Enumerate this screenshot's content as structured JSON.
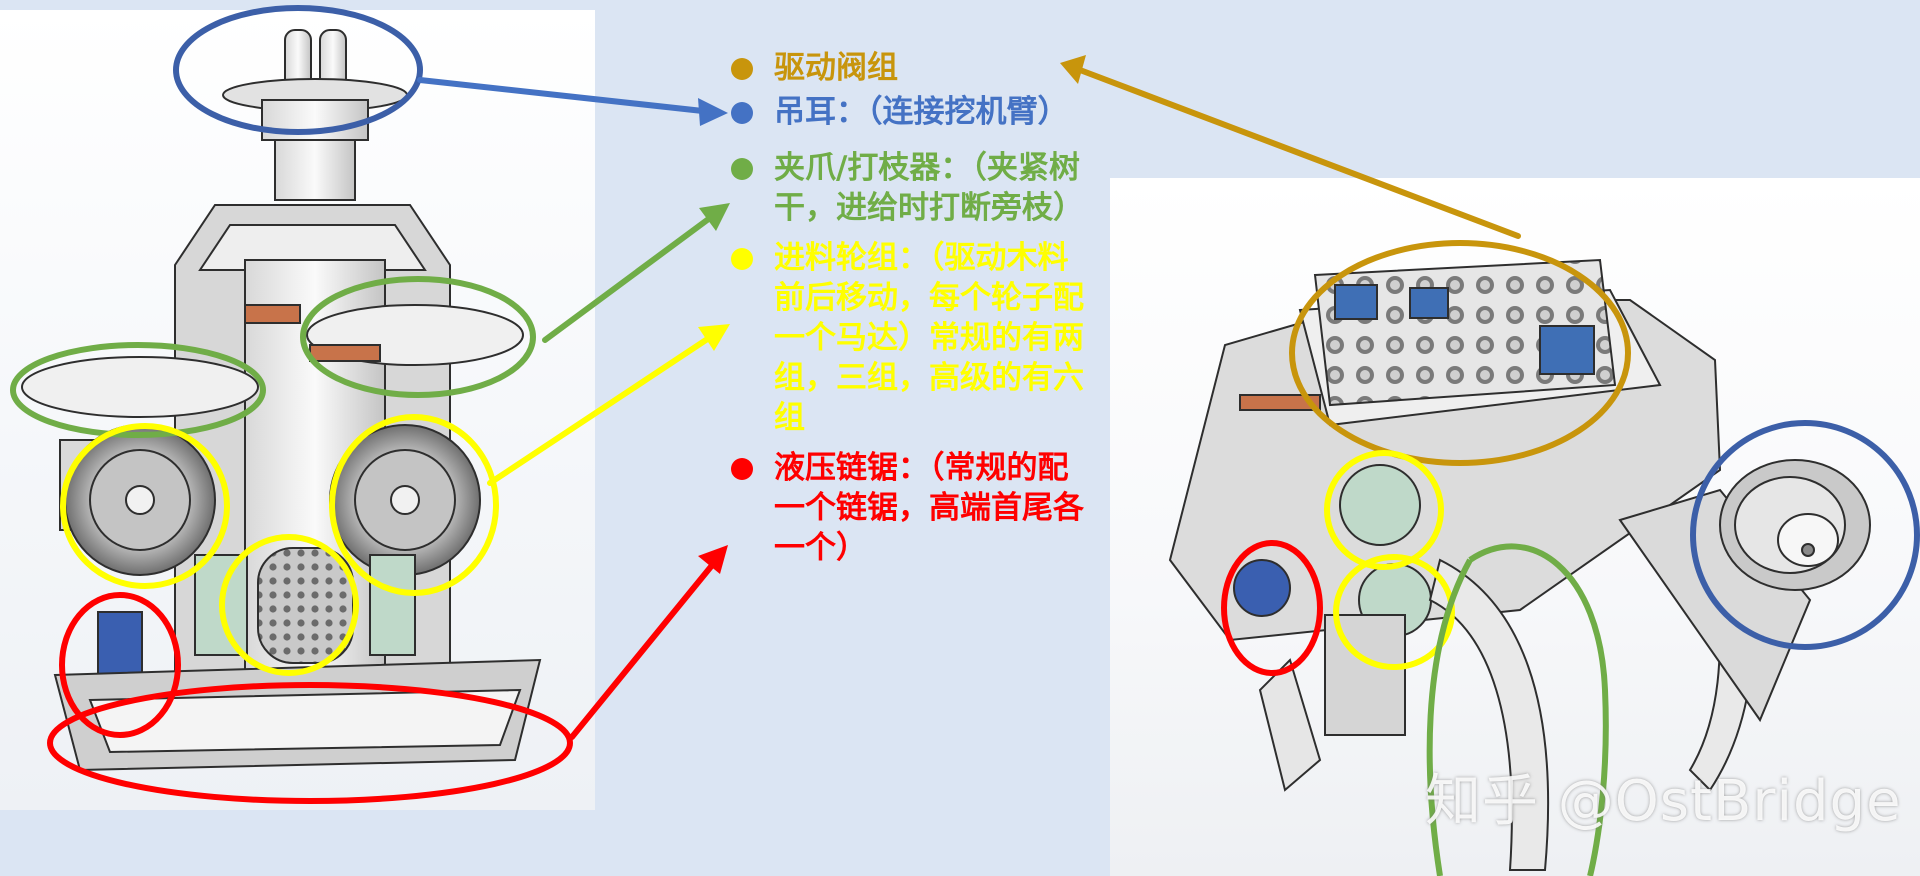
{
  "legend": [
    {
      "text": "驱动阀组",
      "color": "#c8950c"
    },
    {
      "text": "吊耳：（连接挖机臂）",
      "color": "#4472c4"
    },
    {
      "text": "夹爪/打枝器：（夹紧树干，进给时打断旁枝）",
      "color": "#70ad47"
    },
    {
      "text": "进料轮组：（驱动木料前后移动，每个轮子配一个马达）常规的有两组，三组，高级的有六组",
      "color": "#ffff00"
    },
    {
      "text": "液压链锯：（常规的配一个链锯，高端首尾各一个）",
      "color": "#ff0000"
    }
  ],
  "watermark": "知乎 @OstBridge"
}
